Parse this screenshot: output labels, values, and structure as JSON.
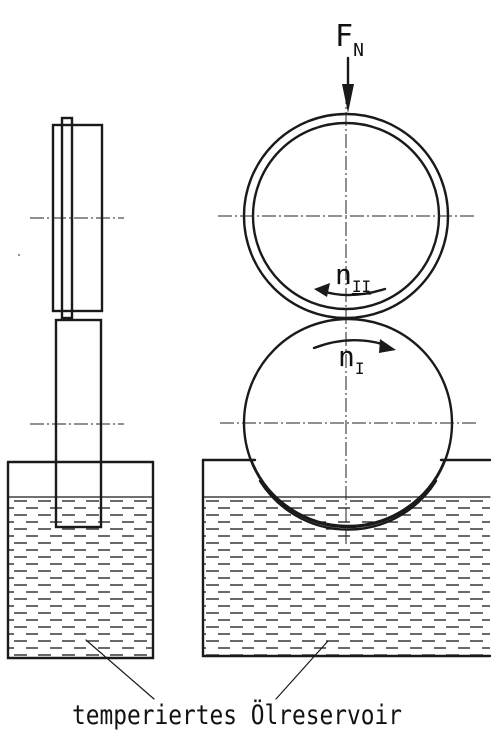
{
  "labels": {
    "force": "F",
    "force_sub": "N",
    "speed_upper": "n",
    "speed_upper_sub": "II",
    "speed_lower": "n",
    "speed_lower_sub": "I",
    "reservoir": "temperiertes Ölreservoir"
  },
  "colors": {
    "ink": "#1a1a1a",
    "paper": "#ffffff"
  }
}
